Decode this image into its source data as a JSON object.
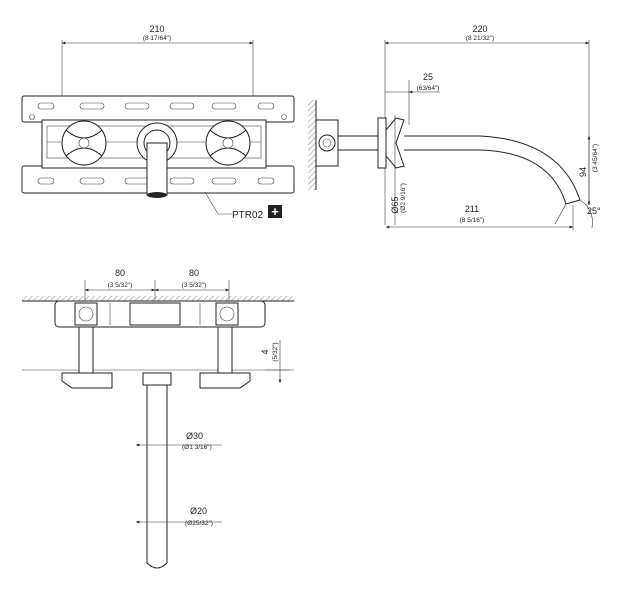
{
  "drawing": {
    "top_view": {
      "width_mm": "210",
      "width_in": "(8 17/64\")",
      "tag_label": "PTR02",
      "plus_symbol": "+"
    },
    "side_view": {
      "total_mm": "220",
      "total_in": "(8 21/32\")",
      "offset_mm": "25",
      "offset_in": "(63/64\")",
      "spout_length_mm": "211",
      "spout_length_in": "(8 5/16\")",
      "height_mm": "94",
      "height_in": "(3 45/64\")",
      "flange_dia_mm": "Ø65",
      "flange_dia_in": "(Ø2 9/16\")",
      "angle": "25°"
    },
    "front_view": {
      "spacing_left_mm": "80",
      "spacing_left_in": "(3 5/32\")",
      "spacing_right_mm": "80",
      "spacing_right_in": "(3 5/32\")",
      "depth_mm": "4",
      "depth_in": "(5/32\")",
      "spout_dia_mm": "Ø30",
      "spout_dia_in": "(Ø1 3/16\")",
      "outlet_dia_mm": "Ø20",
      "outlet_dia_in": "(Ø25/32\")"
    }
  }
}
